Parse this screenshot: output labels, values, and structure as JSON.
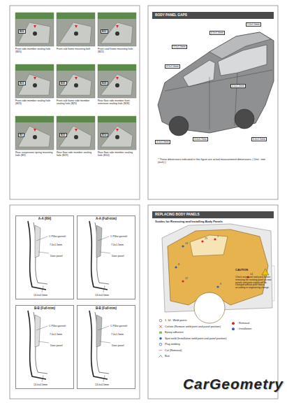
{
  "diagram": {
    "nodes": [
      {
        "text": [
          "BODY PANEL GAPS"
        ]
      },
      {
        "text": [
          "REPLACING BODY PANELS"
        ]
      },
      {
        "text": [
          "A-A (RH)"
        ]
      },
      {
        "text": [
          "A-A (Full-trim)"
        ]
      },
      {
        "text": [
          "B-B (Full-trim)"
        ]
      },
      {
        "text": [
          "B-B (Full-trim)"
        ]
      }
    ],
    "labels": [
      "Front side member sealing hole (B20)",
      "Front sub frame mounting bolt",
      "Front cowl frame mounting hole (B22)",
      "Front side member sealing hole (B23)",
      "Front sub frame side member sealing hole (B25)",
      "Rear floor side member front extension sealing hole (B28)",
      "Rear suspension spring mounting hole (B9)",
      "Rear floor side member sealing hole (B29)",
      "Rear floor side member sealing hole (B14)",
      "B20",
      "B22",
      "B23",
      "B25",
      "B28",
      "B9",
      "B29",
      "B14",
      "3.5±1.0mm",
      "4.0±1.0mm",
      "5.0±1.0mm",
      "4.5±1.0mm",
      "3.0±0.7mm",
      "4.0±1.0mm",
      "6.0±1.5mm",
      "4.0±1.0mm",
      "* These dimensions indicated in this figure are actual measurement dimensions. ( Unit : mm (inch) )",
      "C Pillar garnish",
      "7.0±1.5mm",
      "Door panel",
      "13.0±0.5mm",
      "C Pillar garnish",
      "7.0±1.5mm",
      "Door panel",
      "13.0±0.5mm",
      "C Pillar garnish",
      "7.0±1.5mm",
      "Door panel",
      "13.0±0.5mm",
      "C Pillar garnish",
      "7.0±1.5mm",
      "Door panel",
      "13.0±0.5mm",
      "Guides for Removing and Installing Body Panels",
      "15",
      "14",
      "1",
      "8",
      "12",
      "9",
      "14",
      "CAUTION",
      "Check new panel and parts before removing the existing panel as new panels and parts supply will be changed without prior notice according to engineering change.",
      "CarGeometry"
    ],
    "legend": [
      {
        "text": ": Removal",
        "color": "#d9232e"
      },
      {
        "text": ": Installation",
        "color": "#2f5fb3"
      },
      {
        "text": "1, 14 : Weld points"
      },
      {
        "text": "Cut/ate (Remove weld point and panel position)"
      },
      {
        "text": "Epoxy adhesive"
      },
      {
        "text": "Spot weld (Installation weld point and panel position)"
      },
      {
        "text": "Plug welding"
      },
      {
        "text": "Cut (Removal)"
      },
      {
        "text": "Butt"
      }
    ]
  }
}
